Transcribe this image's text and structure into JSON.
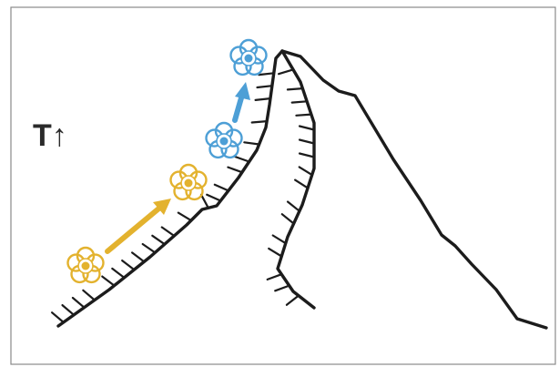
{
  "label": "T↑",
  "colors": {
    "low_flower": "#e3b22e",
    "high_flower": "#4d9fd6",
    "mountain": "#1c1c1c"
  },
  "flowers": [
    {
      "name": "flower-low",
      "color": "#e3b22e"
    },
    {
      "name": "flower-mid",
      "color": "#e3b22e"
    },
    {
      "name": "flower-upper",
      "color": "#4d9fd6"
    },
    {
      "name": "flower-summit",
      "color": "#4d9fd6"
    }
  ],
  "arrows": [
    {
      "name": "shift-arrow-yellow",
      "color": "#e3b22e"
    },
    {
      "name": "shift-arrow-blue",
      "color": "#4d9fd6"
    }
  ],
  "icons": [
    "flower-icon",
    "arrow-icon",
    "mountain-outline"
  ]
}
